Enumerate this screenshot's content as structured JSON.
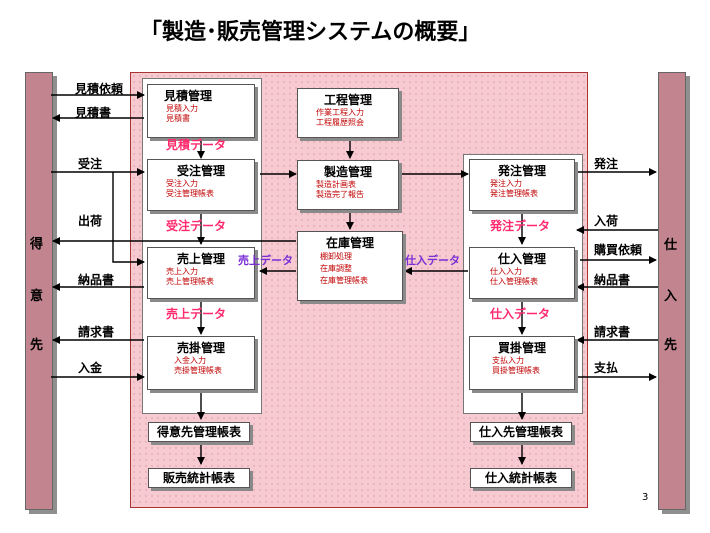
{
  "title": "「製造･販売管理システムの概要」",
  "page_number": "3",
  "left_party": {
    "chars": [
      "得",
      "意",
      "先"
    ]
  },
  "right_party": {
    "chars": [
      "仕",
      "入",
      "先"
    ]
  },
  "modules": {
    "mitsumori": {
      "name": "見積管理",
      "items": [
        "見積入力",
        "見積書"
      ]
    },
    "juchu": {
      "name": "受注管理",
      "items": [
        "受注入力",
        "受注管理帳表"
      ]
    },
    "uriage": {
      "name": "売上管理",
      "items": [
        "売上入力",
        "売上管理帳表"
      ]
    },
    "urikake": {
      "name": "売掛管理",
      "items": [
        "入金入力",
        "売掛管理帳表"
      ]
    },
    "kotei": {
      "name": "工程管理",
      "items": [
        "作業工程入力",
        "工程履歴照会"
      ]
    },
    "seizo": {
      "name": "製造管理",
      "items": [
        "製造計画表",
        "製造完了報告"
      ]
    },
    "zaiko": {
      "name": "在庫管理",
      "items": [
        "棚卸処理",
        "在庫調整",
        "在庫管理帳表"
      ]
    },
    "hatchu": {
      "name": "発注管理",
      "items": [
        "発注入力",
        "発注管理帳表"
      ]
    },
    "shiire": {
      "name": "仕入管理",
      "items": [
        "仕入入力",
        "仕入管理帳表"
      ]
    },
    "kaikake": {
      "name": "買掛管理",
      "items": [
        "支払入力",
        "買掛管理帳表"
      ]
    }
  },
  "reports": {
    "tokuisaki": "得意先管理帳表",
    "hanbai": "販売統計帳表",
    "shiiresaki": "仕入先管理帳表",
    "shiire_stats": "仕入統計帳表"
  },
  "data_labels": {
    "mitsumori": "見積データ",
    "juchu": "受注データ",
    "uriage": "売上データ",
    "hatchu": "発注データ",
    "shiire": "仕入データ"
  },
  "flow_labels": {
    "uriage": "売上データ",
    "shiire": "仕入データ"
  },
  "left_flows": {
    "mitsumori_irai": "見積依頼",
    "mitsumorisho": "見積書",
    "juchu": "受注",
    "shukka": "出荷",
    "nohinsho": "納品書",
    "seikyusho": "請求書",
    "nyukin": "入金"
  },
  "right_flows": {
    "hatchu": "発注",
    "nyuka": "入荷",
    "kounyu_irai": "購買依頼",
    "nohinsho": "納品書",
    "seikyusho": "請求書",
    "shiharai": "支払"
  }
}
